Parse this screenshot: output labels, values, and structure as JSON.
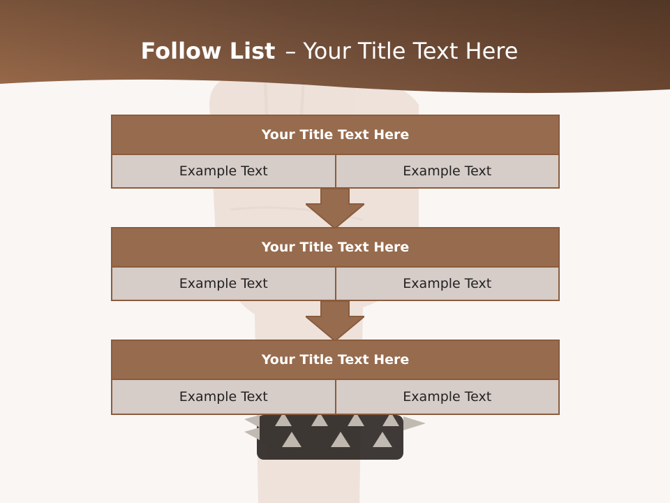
{
  "slide": {
    "title_bold": "Follow List",
    "title_dash": "–",
    "title_rest": "Your Title Text Here"
  },
  "steps": [
    {
      "title": "Your Title Text Here",
      "left": "Example Text",
      "right": "Example Text"
    },
    {
      "title": "Your Title Text Here",
      "left": "Example Text",
      "right": "Example Text"
    },
    {
      "title": "Your Title Text Here",
      "left": "Example Text",
      "right": "Example Text"
    }
  ],
  "colors": {
    "header_band": "#7a5238",
    "box_header": "#976b4d",
    "box_cell": "#d6ccc8",
    "border": "#8a5c3d"
  }
}
